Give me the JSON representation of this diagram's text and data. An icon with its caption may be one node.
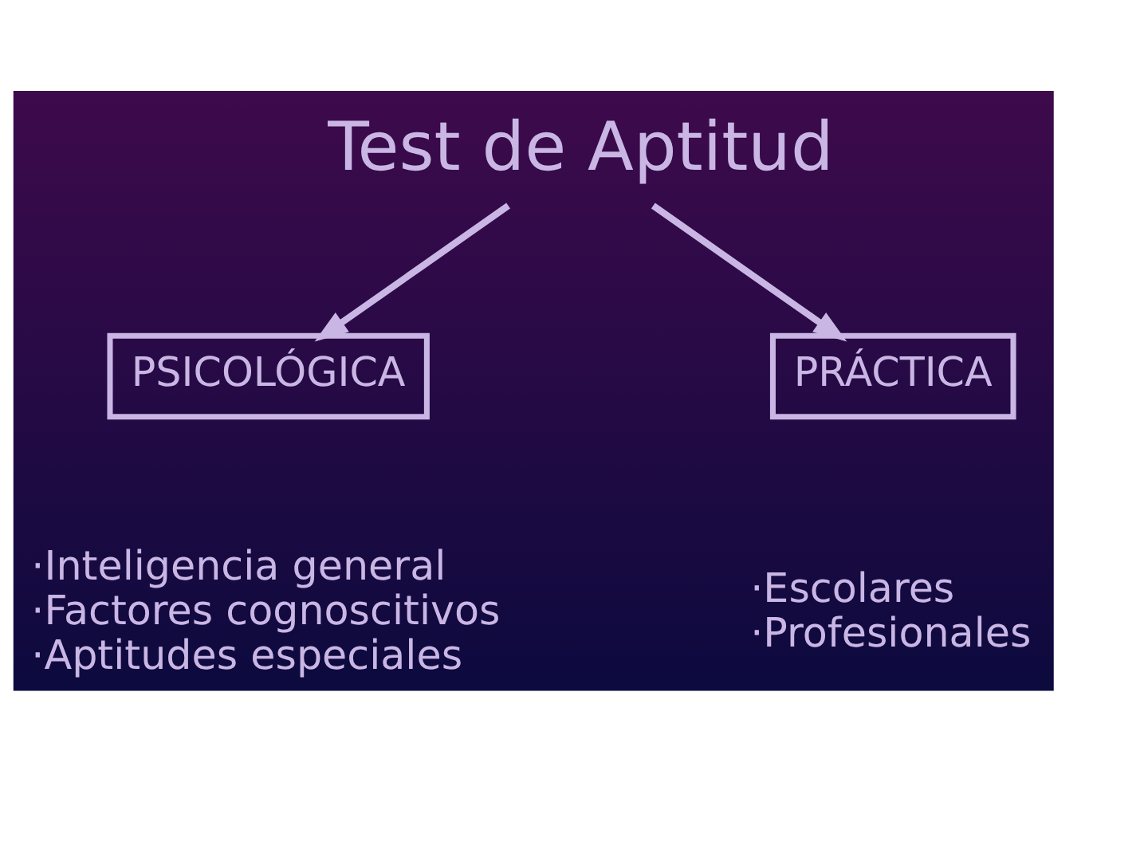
{
  "diagram": {
    "nodes": [
      {
        "text": [
          "Test de Aptitud"
        ]
      },
      {
        "text": [
          "PSICOLÓGICA"
        ],
        "beside": [
          "·Inteligencia general",
          "·Factores cognoscitivos",
          "·Aptitudes especiales"
        ]
      },
      {
        "text": [
          "PRÁCTICA"
        ],
        "beside": [
          "·Escolares",
          "·Profesionales"
        ]
      }
    ],
    "edges": [
      {
        "from": 0,
        "to": 1,
        "arrow": "to"
      },
      {
        "from": 0,
        "to": 2,
        "arrow": "to"
      }
    ]
  }
}
